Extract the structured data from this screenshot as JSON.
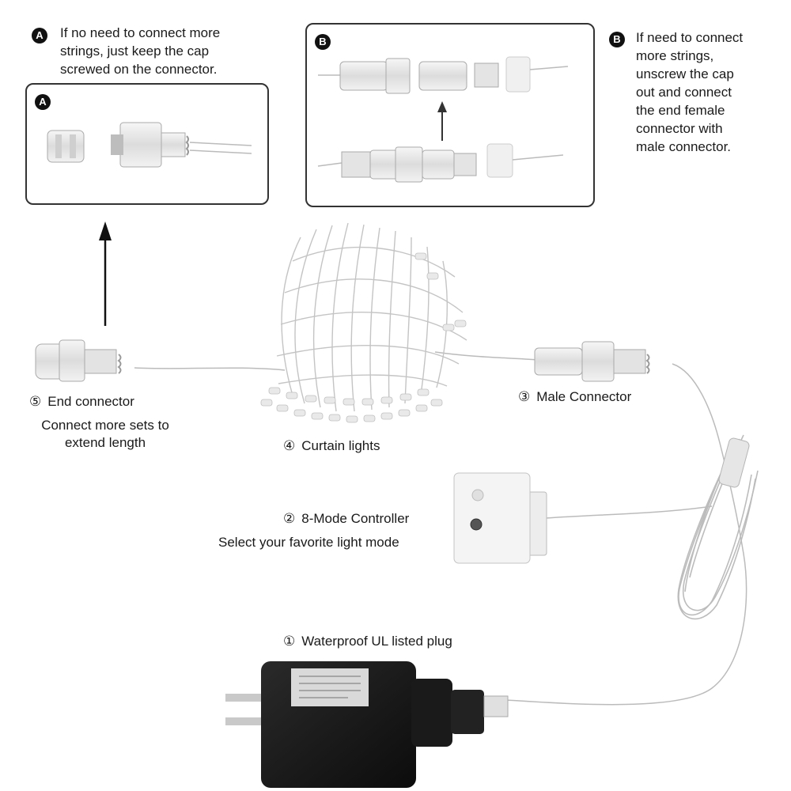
{
  "notes": {
    "a": {
      "badge": "A",
      "lines": [
        "If no need to connect more",
        "strings, just keep the cap",
        "screwed on the connector."
      ]
    },
    "b": {
      "badge": "B",
      "lines": [
        "If need to connect",
        "more strings,",
        "unscrew the cap",
        "out and connect",
        "the end female",
        "connector with",
        "male connector."
      ]
    }
  },
  "panels": {
    "a_badge": "A",
    "b_badge": "B"
  },
  "components": {
    "end_connector": {
      "num": "⑤",
      "label": "End connector",
      "sub": [
        "Connect more sets to",
        "extend length"
      ]
    },
    "curtain_lights": {
      "num": "④",
      "label": "Curtain lights"
    },
    "male_connector": {
      "num": "③",
      "label": "Male Connector"
    },
    "controller": {
      "num": "②",
      "label": "8-Mode Controller",
      "sub": "Select your favorite light mode"
    },
    "plug": {
      "num": "①",
      "label": "Waterproof UL listed plug"
    }
  },
  "colors": {
    "accent": "#111111",
    "wire": "#b8b8b8",
    "plastic": "#e8e8e8"
  }
}
